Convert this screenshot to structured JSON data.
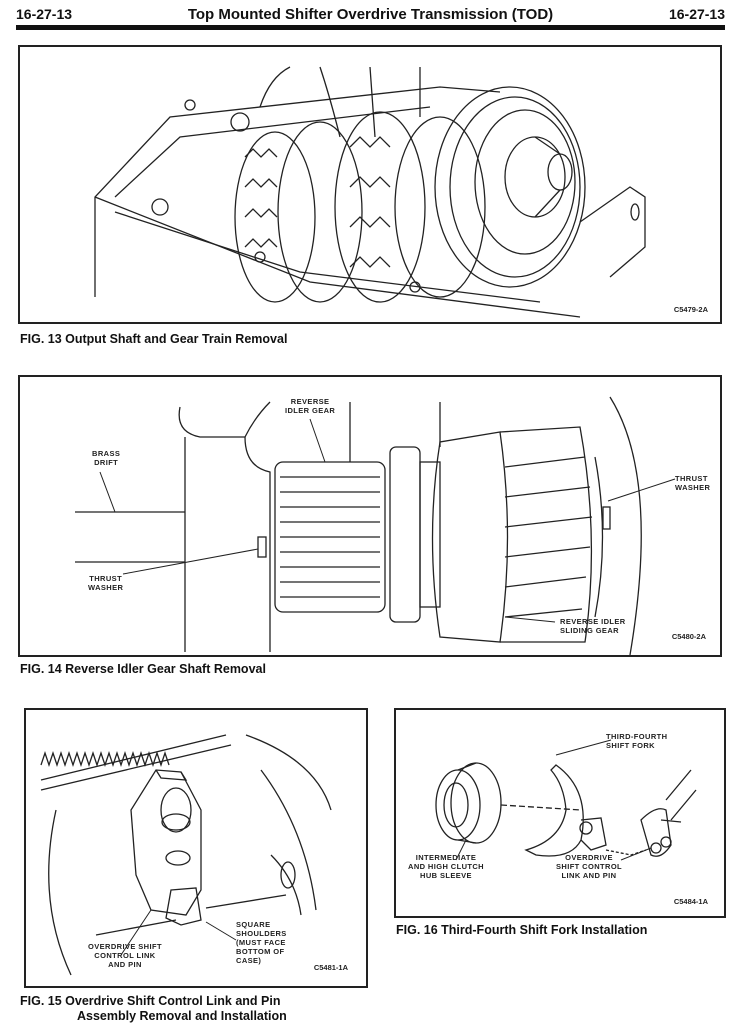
{
  "header": {
    "page_left": "16-27-13",
    "title": "Top Mounted Shifter Overdrive Transmission (TOD)",
    "page_right": "16-27-13"
  },
  "figures": [
    {
      "caption": "FIG. 13  Output Shaft and Gear Train Removal",
      "code": "C5479-2A",
      "labels": []
    },
    {
      "caption": "FIG. 14  Reverse Idler Gear Shaft Removal",
      "code": "C5480-2A",
      "labels": [
        "REVERSE\nIDLER GEAR",
        "BRASS\nDRIFT",
        "THRUST\nWASHER",
        "THRUST\nWASHER",
        "REVERSE IDLER\nSLIDING GEAR"
      ]
    },
    {
      "caption_line1": "FIG. 15  Overdrive Shift Control Link and Pin",
      "caption_line2": "Assembly Removal and Installation",
      "code": "C5481-1A",
      "labels": [
        "OVERDRIVE SHIFT\nCONTROL LINK\nAND PIN",
        "SQUARE\nSHOULDERS\n(MUST FACE\nBOTTOM OF\nCASE)"
      ]
    },
    {
      "caption": "FIG. 16  Third-Fourth Shift Fork Installation",
      "code": "C5484-1A",
      "labels": [
        "THIRD-FOURTH\nSHIFT FORK",
        "INTERMEDIATE\nAND HIGH CLUTCH\nHUB SLEEVE",
        "OVERDRIVE\nSHIFT CONTROL\nLINK AND PIN"
      ]
    }
  ]
}
